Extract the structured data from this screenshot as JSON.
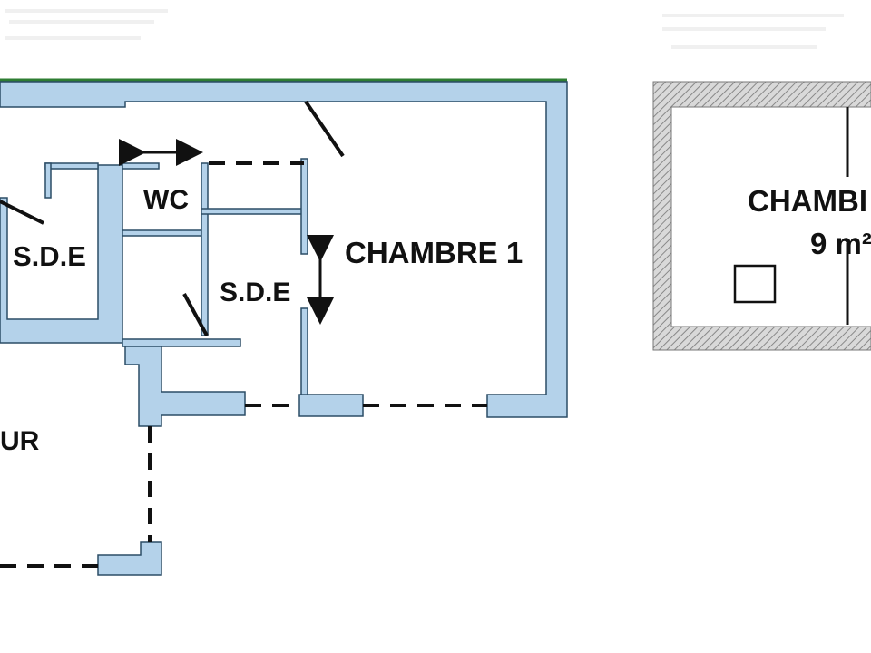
{
  "labels": {
    "sde_left": "S.D.E",
    "wc": "WC",
    "sde_center": "S.D.E",
    "chambre1": "CHAMBRE 1",
    "cour": "UR",
    "chambre_right": "CHAMBI",
    "area_right": "9 m²"
  },
  "colors": {
    "wall_fill": "#b4d2ea",
    "wall_stroke": "#2b4d66",
    "outer_border": "#2e7d32"
  }
}
